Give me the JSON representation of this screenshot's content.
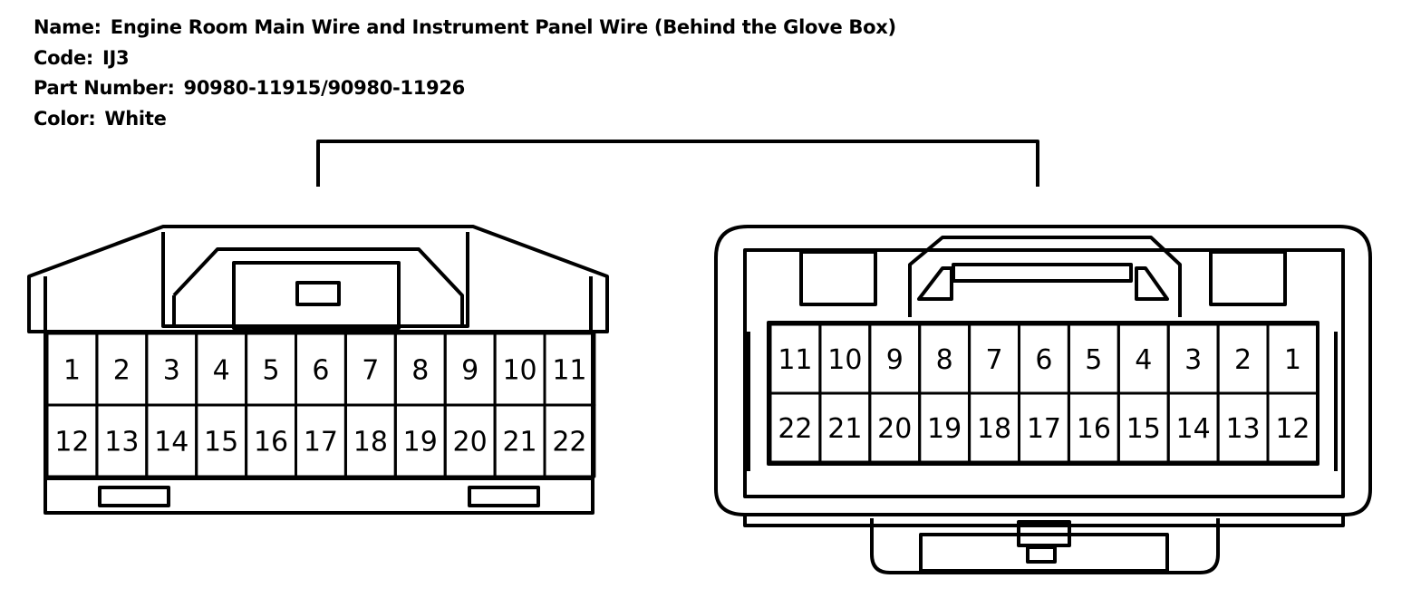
{
  "header": {
    "name_label": "Name:",
    "name_value": "Engine Room Main Wire and Instrument Panel Wire (Behind the Glove Box)",
    "code_label": "Code:",
    "code_value": "IJ3",
    "part_label": "Part Number:",
    "part_value": "90980-11915/90980-11926",
    "color_label": "Color:",
    "color_value": "White"
  },
  "connectors": {
    "left": {
      "top_row": [
        "1",
        "2",
        "3",
        "4",
        "5",
        "6",
        "7",
        "8",
        "9",
        "10",
        "11"
      ],
      "bottom_row": [
        "12",
        "13",
        "14",
        "15",
        "16",
        "17",
        "18",
        "19",
        "20",
        "21",
        "22"
      ]
    },
    "right": {
      "top_row": [
        "11",
        "10",
        "9",
        "8",
        "7",
        "6",
        "5",
        "4",
        "3",
        "2",
        "1"
      ],
      "bottom_row": [
        "22",
        "21",
        "20",
        "19",
        "18",
        "17",
        "16",
        "15",
        "14",
        "13",
        "12"
      ]
    }
  }
}
